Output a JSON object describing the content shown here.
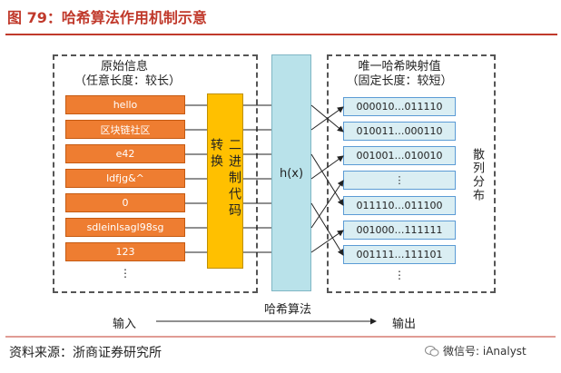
{
  "figure_title": "图 79：哈希算法作用机制示意",
  "input_header": [
    "原始信息",
    "（任意长度：较长）"
  ],
  "inputs": [
    "hello",
    "区块链社区",
    "e42",
    "ldfjg&^",
    "0",
    "sdleinlsagl98sg",
    "123"
  ],
  "input_ellipsis": "⋮",
  "converter_label": "二进制代码转换",
  "hash_label": "h(x)",
  "output_header": [
    "唯一哈希映射值",
    "（固定长度：较短）"
  ],
  "outputs": [
    "000010…011110",
    "010011…000110",
    "001001…010010",
    "⋮",
    "011110…011100",
    "001000…111111",
    "001111…111101"
  ],
  "output_ellipsis": "⋮",
  "scatter_label": "散列分布",
  "flow": {
    "input": "输入",
    "middle": "哈希算法",
    "output": "输出"
  },
  "source": "资料来源：浙商证券研究所",
  "watermark": "微信号: iAnalyst",
  "colors": {
    "title": "#c0392b",
    "input_box": "#ee7d31",
    "converter": "#ffc000",
    "hash": "#b9e2ea",
    "output_box": "#daeef3"
  }
}
